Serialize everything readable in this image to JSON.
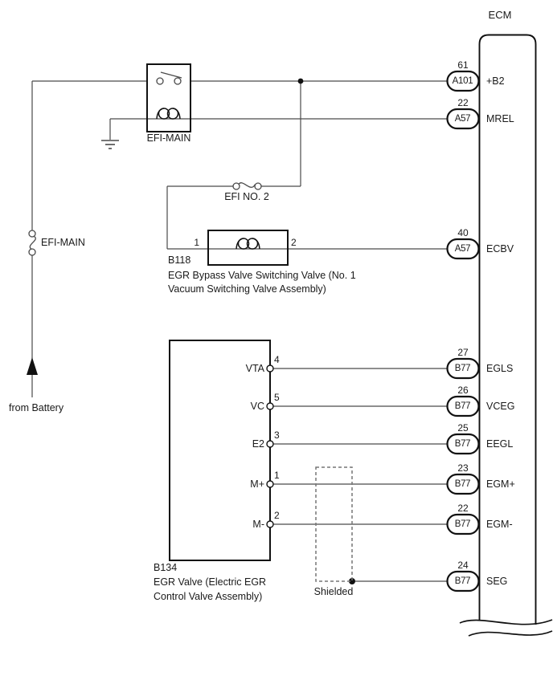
{
  "ecm": {
    "title": "ECM",
    "pins": [
      {
        "number": "61",
        "connector": "A101",
        "signal": "+B2"
      },
      {
        "number": "22",
        "connector": "A57",
        "signal": "MREL"
      },
      {
        "number": "40",
        "connector": "A57",
        "signal": "ECBV"
      },
      {
        "number": "27",
        "connector": "B77",
        "signal": "EGLS"
      },
      {
        "number": "26",
        "connector": "B77",
        "signal": "VCEG"
      },
      {
        "number": "25",
        "connector": "B77",
        "signal": "EEGL"
      },
      {
        "number": "23",
        "connector": "B77",
        "signal": "EGM+"
      },
      {
        "number": "22",
        "connector": "B77",
        "signal": "EGM-"
      },
      {
        "number": "24",
        "connector": "B77",
        "signal": "SEG"
      }
    ]
  },
  "relay": {
    "label": "EFI-MAIN"
  },
  "fuses": {
    "efi_no2": "EFI NO. 2",
    "efi_main": "EFI-MAIN"
  },
  "source": {
    "label": "from Battery"
  },
  "shield": {
    "label": "Shielded"
  },
  "b118": {
    "id": "B118",
    "pin_left": "1",
    "pin_right": "2",
    "desc_line1": "EGR Bypass Valve Switching Valve (No. 1",
    "desc_line2": "Vacuum Switching Valve Assembly)"
  },
  "b134": {
    "id": "B134",
    "desc_line1": "EGR Valve (Electric EGR",
    "desc_line2": "Control Valve Assembly)",
    "pins": [
      {
        "number": "4",
        "label": "VTA"
      },
      {
        "number": "5",
        "label": "VC"
      },
      {
        "number": "3",
        "label": "E2"
      },
      {
        "number": "1",
        "label": "M+"
      },
      {
        "number": "2",
        "label": "M-"
      }
    ]
  },
  "colors": {
    "wire": "#4a4a4a",
    "component": "#111111",
    "shield_dash": "#777777",
    "background": "#ffffff",
    "text": "#1a1a1a"
  }
}
